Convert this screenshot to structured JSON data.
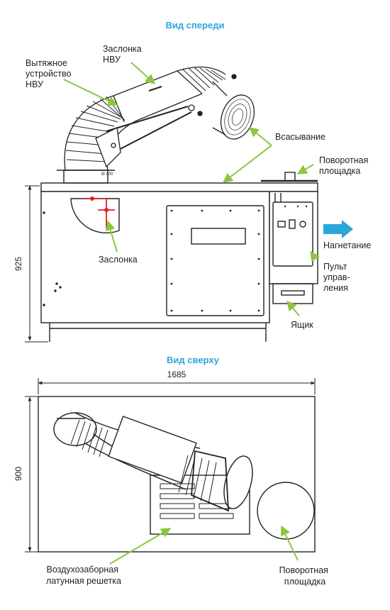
{
  "titles": {
    "front": "Вид спереди",
    "top": "Вид сверху"
  },
  "labels": {
    "exhaust": [
      "Вытяжное",
      "устройство",
      "НВУ"
    ],
    "damper_nvu": [
      "Заслонка",
      "НВУ"
    ],
    "suction": "Всасывание",
    "turntable_front": [
      "Поворотная",
      "площадка"
    ],
    "damper": "Заслонка",
    "discharge": "Нагнетание",
    "panel": [
      "Пульт",
      "управ-",
      "ления"
    ],
    "box": "Ящик",
    "grille": [
      "Воздухозаборная",
      "латунная решетка"
    ],
    "turntable_top": [
      "Поворотная",
      "площадка"
    ]
  },
  "dims": {
    "height": "925",
    "width": "1685",
    "depth": "900",
    "diameter": "Ø 200"
  },
  "colors": {
    "accent": "#2aa7d8",
    "leader": "#8cc63f",
    "red": "#e02020",
    "line": "#222222"
  }
}
